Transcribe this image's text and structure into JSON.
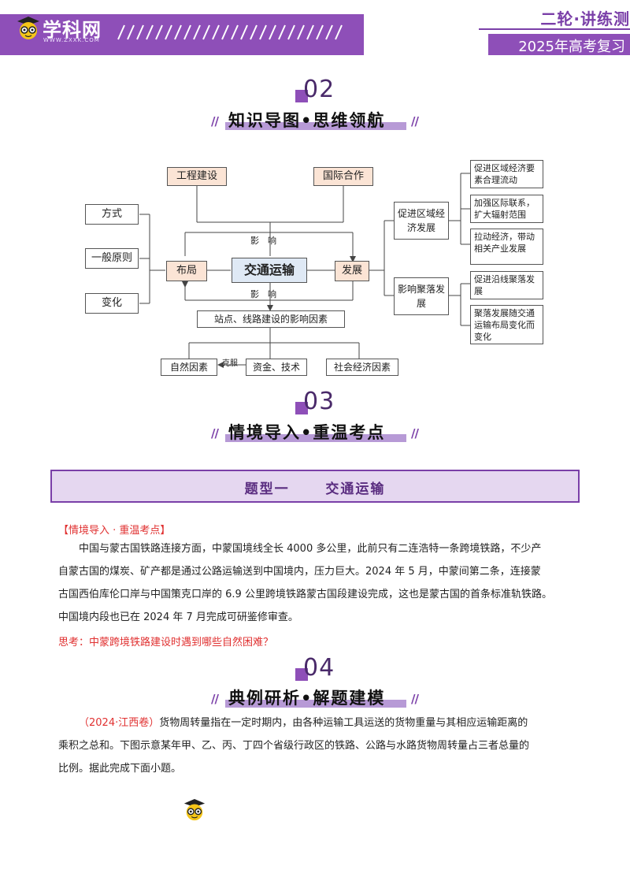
{
  "header": {
    "logo_text": "学科网",
    "logo_sub": "WWW.ZXXK.COM",
    "series": "二轮·讲练测",
    "year": "2025年高考复习"
  },
  "sections": [
    {
      "num": "02",
      "title": "知识导图•思维领航"
    },
    {
      "num": "03",
      "title": "情境导入•重温考点"
    },
    {
      "num": "04",
      "title": "典例研析•解题建模"
    }
  ],
  "mindmap": {
    "engineering": "工程建设",
    "cooperation": "国际合作",
    "method": "方式",
    "principle": "一般原则",
    "change": "变化",
    "layout": "布局",
    "center": "交通运输",
    "develop": "发展",
    "influence_top": "影　响",
    "influence_bottom": "影　响",
    "factors": "站点、线路建设的影响因素",
    "natural": "自然因素",
    "overcome": "克服",
    "capital": "资金、技术",
    "social": "社会经济因素",
    "regional": "促进区域经济发展",
    "settlement": "影响聚落发展",
    "r1": "促进区域经济要素合理流动",
    "r2": "加强区际联系，扩大辐射范围",
    "r3": "拉动经济，带动相关产业发展",
    "s1": "促进沿线聚落发展",
    "s2": "聚落发展随交通运输布局变化而变化"
  },
  "banner": {
    "type": "题型一",
    "topic": "交通运输"
  },
  "context": {
    "tag": "【情境导入 · 重温考点】",
    "lines": [
      "中国与蒙古国铁路连接方面，中蒙国境线全长 4000 多公里，此前只有二连浩特一条跨境铁路，不少产",
      "自蒙古国的煤炭、矿产都是通过公路运输送到中国境内，压力巨大。2024 年 5 月，中蒙间第二条，连接蒙",
      "古国西伯库伦口岸与中国策克口岸的 6.9 公里跨境铁路蒙古国段建设完成，这也是蒙古国的首条标准轨铁路。",
      "中国境内段也已在 2024 年 7 月完成可研鉴修审查。"
    ],
    "question": "思考：中蒙跨境铁路建设时遇到哪些自然困难？"
  },
  "example": {
    "source": "（2024·江西卷）",
    "lines": [
      "货物周转量指在一定时期内，由各种运输工具运送的货物重量与其相应运输距离的",
      "乘积之总和。下图示意某年甲、乙、丙、丁四个省级行政区的铁路、公路与水路货物周转量占三者总量的",
      "比例。据此完成下面小题。"
    ]
  },
  "colors": {
    "accent": "#8e4fb8",
    "banner_bg": "#e5d7f0",
    "red": "#e03030"
  }
}
